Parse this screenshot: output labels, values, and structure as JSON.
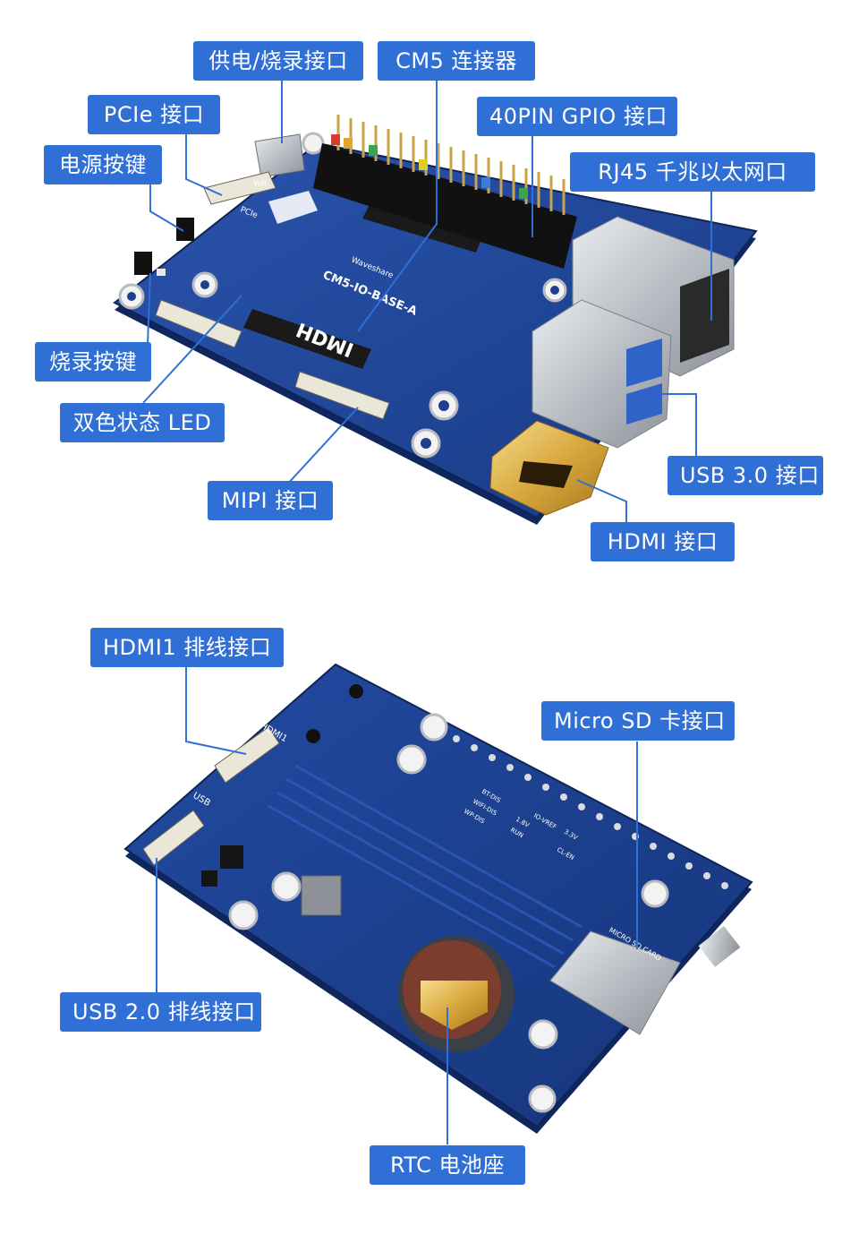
{
  "colors": {
    "label_bg": "#2f6fd6",
    "label_text": "#ffffff",
    "leader_line": "#2f6fd6",
    "pcb_blue": "#1d3f8e"
  },
  "board_top": {
    "silkscreen": {
      "model": "CM5-IO-BASE-A",
      "brand": "Waveshare",
      "hdmi": "HDMI",
      "wr": "WR",
      "pcie": "PCIe"
    },
    "labels": {
      "power_flash": "供电/烧录接口",
      "cm5_connector": "CM5 连接器",
      "pcie": "PCIe 接口",
      "gpio": "40PIN GPIO 接口",
      "power_button": "电源按键",
      "rj45": "RJ45 千兆以太网口",
      "flash_button": "烧录按键",
      "led": "双色状态 LED",
      "usb3": "USB 3.0 接口",
      "mipi": "MIPI 接口",
      "hdmi": "HDMI 接口"
    }
  },
  "board_bottom": {
    "silkscreen": {
      "hdmi1": "HDMI1",
      "usb": "USB",
      "micro_sd": "MICRO SD CARD",
      "v18": "1.8V",
      "v33": "3.3V",
      "io_vref": "IO-VREF",
      "run": "RUN",
      "bt_dis": "BT-DIS",
      "wifi_dis": "WIFI-DIS",
      "wp_dis": "WP-DIS",
      "cl_en": "CL-EN"
    },
    "labels": {
      "hdmi1_ribbon": "HDMI1 排线接口",
      "micro_sd": "Micro SD 卡接口",
      "usb2_ribbon": "USB 2.0 排线接口",
      "rtc": "RTC 电池座"
    }
  }
}
